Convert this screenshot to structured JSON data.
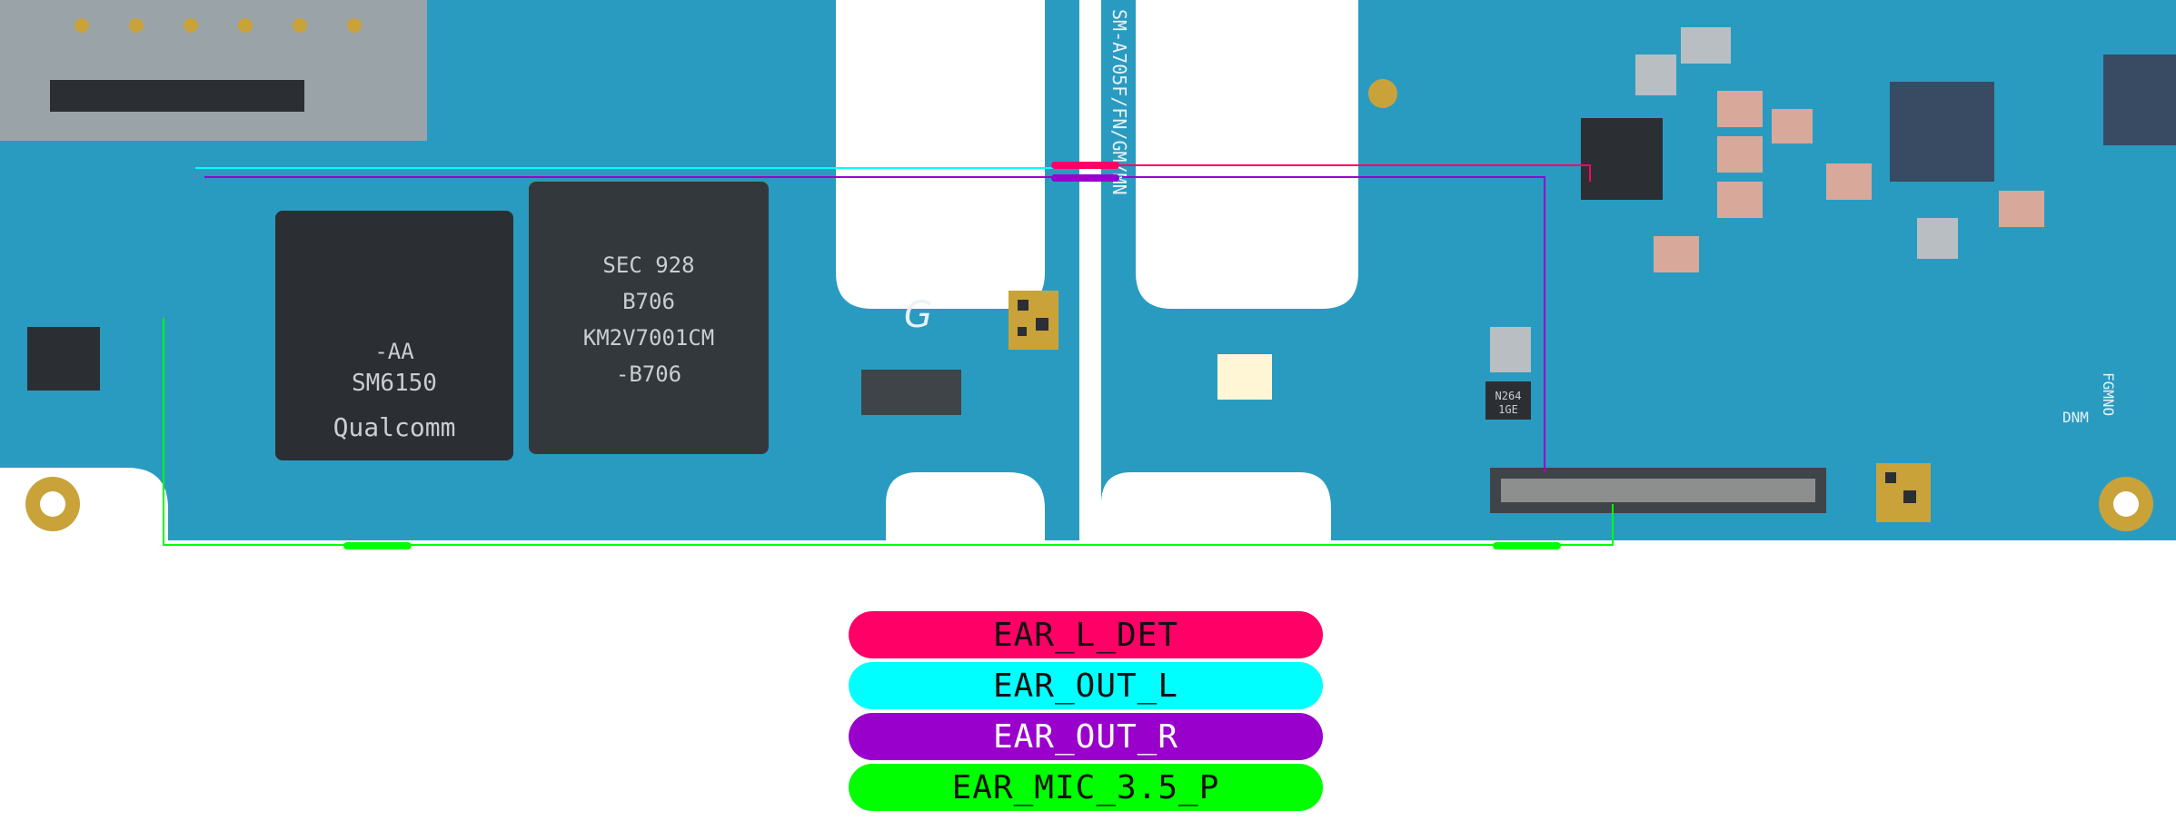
{
  "colors": {
    "pcb": "#2a9bc0",
    "pcb_dark": "#1e7ea3",
    "silk": "#e8f2f6",
    "chip": "#2b2f33",
    "gold": "#c9a33a",
    "ear_l_det": "#ff0066",
    "ear_out_l": "#00ffff",
    "ear_out_r": "#9900cc",
    "ear_mic": "#00ff00"
  },
  "board": {
    "model_text": "SM-A705F/FN/GM/MN",
    "ap_chip_text": [
      "SM6150",
      "-AA",
      "Qualcomm"
    ],
    "memory_chip_text": [
      "SEC 928",
      "B706",
      "KM2V7001CM",
      "-B706"
    ],
    "small_chip_text": [
      "N264",
      "1GE"
    ],
    "dnm_text": "DNM",
    "fgmno_text": "FGMNO",
    "icons": [
      "qr-code-icon",
      "mounting-hole-icon",
      "samsung-logo-icon"
    ]
  },
  "legend": [
    {
      "label": "EAR_L_DET",
      "color": "#ff0066",
      "text_color": "#111111"
    },
    {
      "label": "EAR_OUT_L",
      "color": "#00ffff",
      "text_color": "#111111"
    },
    {
      "label": "EAR_OUT_R",
      "color": "#9900cc",
      "text_color": "#ffffff"
    },
    {
      "label": "EAR_MIC_3.5_P",
      "color": "#00ff00",
      "text_color": "#111111"
    }
  ]
}
